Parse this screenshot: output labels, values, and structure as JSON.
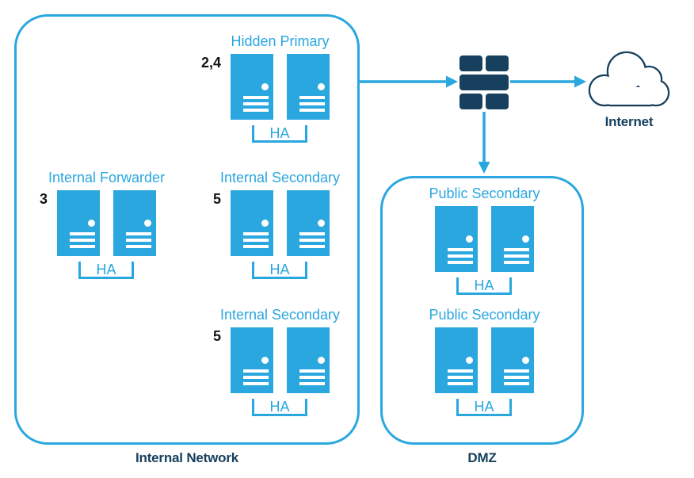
{
  "zones": {
    "internal_network": {
      "label": "Internal Network"
    },
    "dmz": {
      "label": "DMZ"
    }
  },
  "nodes": {
    "hidden_primary": {
      "label": "Hidden Primary",
      "number": "2,4",
      "ha": "HA"
    },
    "internal_forwarder": {
      "label": "Internal Forwarder",
      "number": "3",
      "ha": "HA"
    },
    "internal_secondary_1": {
      "label": "Internal Secondary",
      "number": "5",
      "ha": "HA"
    },
    "internal_secondary_2": {
      "label": "Internal Secondary",
      "number": "5",
      "ha": "HA"
    },
    "public_secondary_1": {
      "label": "Public Secondary",
      "ha": "HA"
    },
    "public_secondary_2": {
      "label": "Public Secondary",
      "ha": "HA"
    },
    "internet": {
      "label": "Internet"
    },
    "firewall": {
      "icon": "firewall-bricks"
    }
  },
  "colors": {
    "accent_blue": "#2AA7DF",
    "navy": "#17405E",
    "number_black": "#141414"
  }
}
